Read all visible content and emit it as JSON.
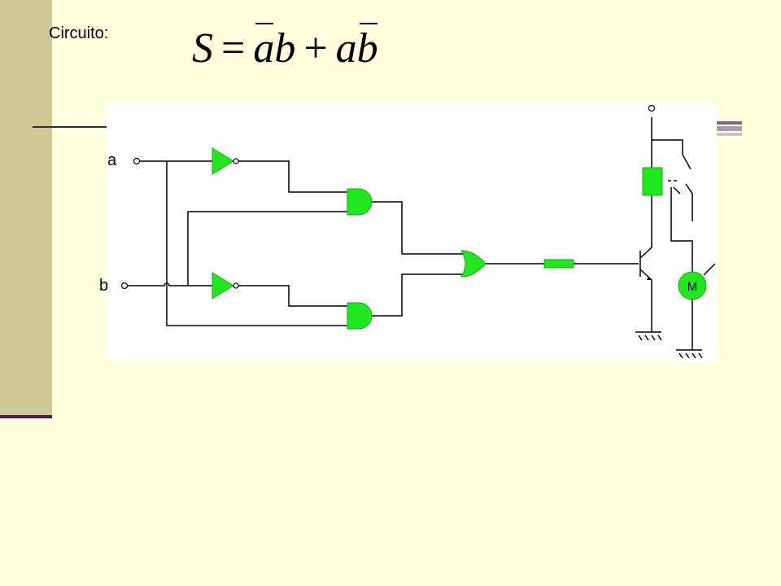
{
  "slide": {
    "label": "Circuito:"
  },
  "formula": {
    "lhs": "S",
    "equals": "=",
    "term1_var1": "a",
    "term1_var2": "b",
    "plus": "+",
    "term2_var1": "a",
    "term2_var2": "b"
  },
  "circuit": {
    "input_a": "a",
    "input_b": "b",
    "motor_label": "M"
  },
  "colors": {
    "background": "#ffffe0",
    "sidebar": "#cdca95",
    "accent_line": "#4b1a4b",
    "component_fill": "#22e622"
  }
}
